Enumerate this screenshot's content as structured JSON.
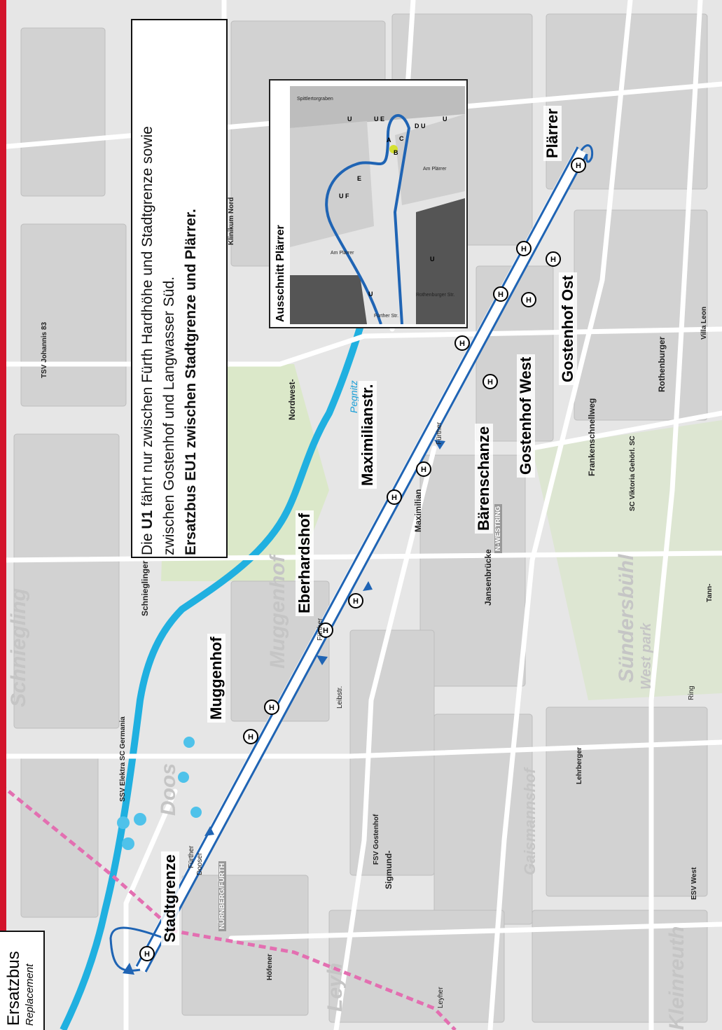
{
  "info": {
    "line1_a": "Die ",
    "line1_b": "U1",
    "line1_c": " fährt nur zwischen Fürth Hardhöhe und Stadtgrenze sowie",
    "line2": "zwischen Gostenhof und Langwasser Süd.",
    "line3": "Ersatzbus EU1 zwischen Stadtgrenze und Plärrer."
  },
  "badge": {
    "title": "Ersatzbus",
    "subtitle": "Replacement"
  },
  "inset": {
    "title": "Ausschnitt Plärrer",
    "labels": {
      "street_a": "Am Plärrer",
      "street_b": "Am Plärrer",
      "street_c": "Spittlertorgraben",
      "street_d": "Rothenburger Str.",
      "street_e": "Fürther Str.",
      "platform_e": "E",
      "platform_a": "A",
      "platform_b": "B",
      "platform_c": "C",
      "exit_u1": "U",
      "exit_u2": "U",
      "exit_u3": "U",
      "exit_u4": "U",
      "exit_uf": "U F",
      "exit_ud": "D U",
      "exit_ue": "U E"
    }
  },
  "stops": {
    "stadtgrenze": "Stadtgrenze",
    "muggenhof": "Muggenhof",
    "eberhardshof": "Eberhardshof",
    "maximilianstr": "Maximilianstr.",
    "baerenschanze": "Bärenschanze",
    "gostenhof_west": "Gostenhof West",
    "gostenhof_ost": "Gostenhof Ost",
    "plaerrer": "Plärrer"
  },
  "districts": {
    "schniegling": "Schniegling",
    "muggenhof": "Muggenhof",
    "doos": "Doos",
    "sundersbuehl": "Sündersbühl",
    "leyh": "Leyh",
    "kleinreuth": "Kleinreuth",
    "gaismannshof": "Gaismannshof",
    "westpark": "West park"
  },
  "streets": {
    "fuerther_1": "Fürther",
    "fuerther_2": "Fürther",
    "fuerther_3": "Fürther",
    "frankenschnellweg": "Frankenschnellweg",
    "jansenbruecke": "Jansenbrücke",
    "n_westring": "N-WESTRING",
    "nordwest_ring": "Nordwest-",
    "schnieglinger": "Schnieglinger",
    "sigmund": "Sigmund-",
    "leyher": "Leyher",
    "hoefener": "Höfener",
    "maximilian": "Maximilian",
    "pegnitz": "Pegnitz",
    "nuernberg_fuerth": "NÜRNBERG/FÜRTH",
    "rothenburger": "Rothenburger",
    "leibstr": "Leibstr.",
    "ring": "Ring",
    "tannstr": "Tann-",
    "lehrberger": "Lehrberger",
    "dooser": "Dooser",
    "klinikum_nord": "Klinikum Nord"
  },
  "places": {
    "ssv": "SSV Elektra SC Germania",
    "fsv": "FSV Gostenhof",
    "esv": "ESV West",
    "sc_viktoria": "SC Viktoria Gehörl. SC",
    "tsv": "TSV Johannis 83",
    "villa": "Villa Leon"
  },
  "colors": {
    "line": "#1f64b4",
    "water": "#20b0e0",
    "park": "#dbe8c9",
    "border_pink": "#e36fb1",
    "block": "#cfcfcf"
  }
}
